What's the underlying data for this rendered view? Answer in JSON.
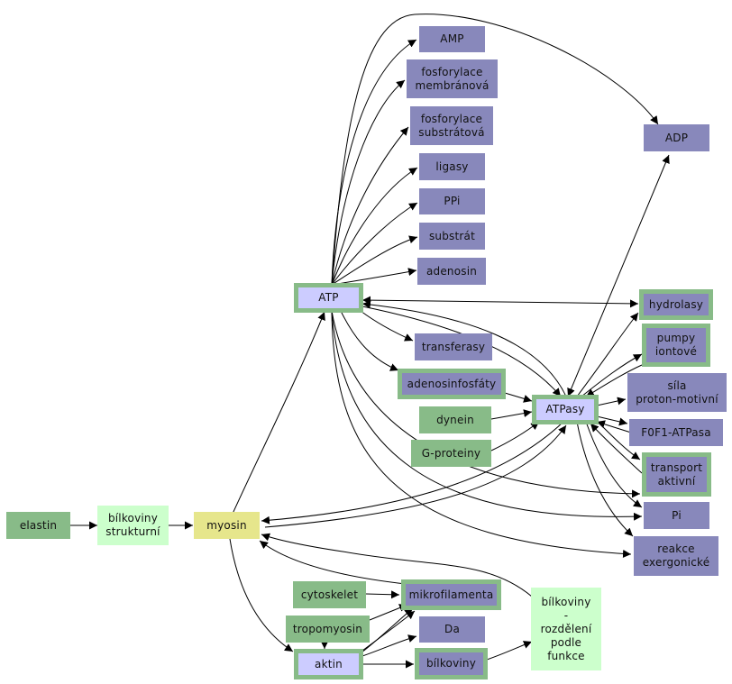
{
  "nodes": {
    "amp": "AMP",
    "fosforylace_membranova": "fosforylace\nmembránová",
    "fosforylace_substratova": "fosforylace\nsubstrátová",
    "ligasy": "ligasy",
    "ppi": "PPi",
    "substrat": "substrát",
    "adenosin": "adenosin",
    "atp": "ATP",
    "adp": "ADP",
    "hydrolasy": "hydrolasy",
    "pumpy_iontove": "pumpy\niontové",
    "sila_proton_motivni": "síla\nproton-motivní",
    "f0f1_atpasa": "F0F1-ATPasa",
    "transport_aktivni": "transport\naktivní",
    "pi": "Pi",
    "reakce_exergonicke": "reakce\nexergonické",
    "transferasy": "transferasy",
    "adenosinfosfaty": "adenosinfosfáty",
    "atpasy": "ATPasy",
    "dynein": "dynein",
    "g_proteiny": "G-proteiny",
    "elastin": "elastin",
    "bilkoviny_strukturni": "bílkoviny\nstrukturní",
    "myosin": "myosin",
    "cytoskelet": "cytoskelet",
    "mikrofilamenta": "mikrofilamenta",
    "tropomyosin": "tropomyosin",
    "da": "Da",
    "aktin": "aktin",
    "bilkoviny": "bílkoviny",
    "bilkoviny_rozdeleni": "bílkoviny\n-\nrozdělení\npodle\nfunkce"
  },
  "colors": {
    "purple": "#8888bb",
    "green": "#88bb88",
    "light_green": "#ccffcc",
    "lavender": "#ccccff",
    "yellow": "#e6e68c",
    "edge": "#000000"
  }
}
